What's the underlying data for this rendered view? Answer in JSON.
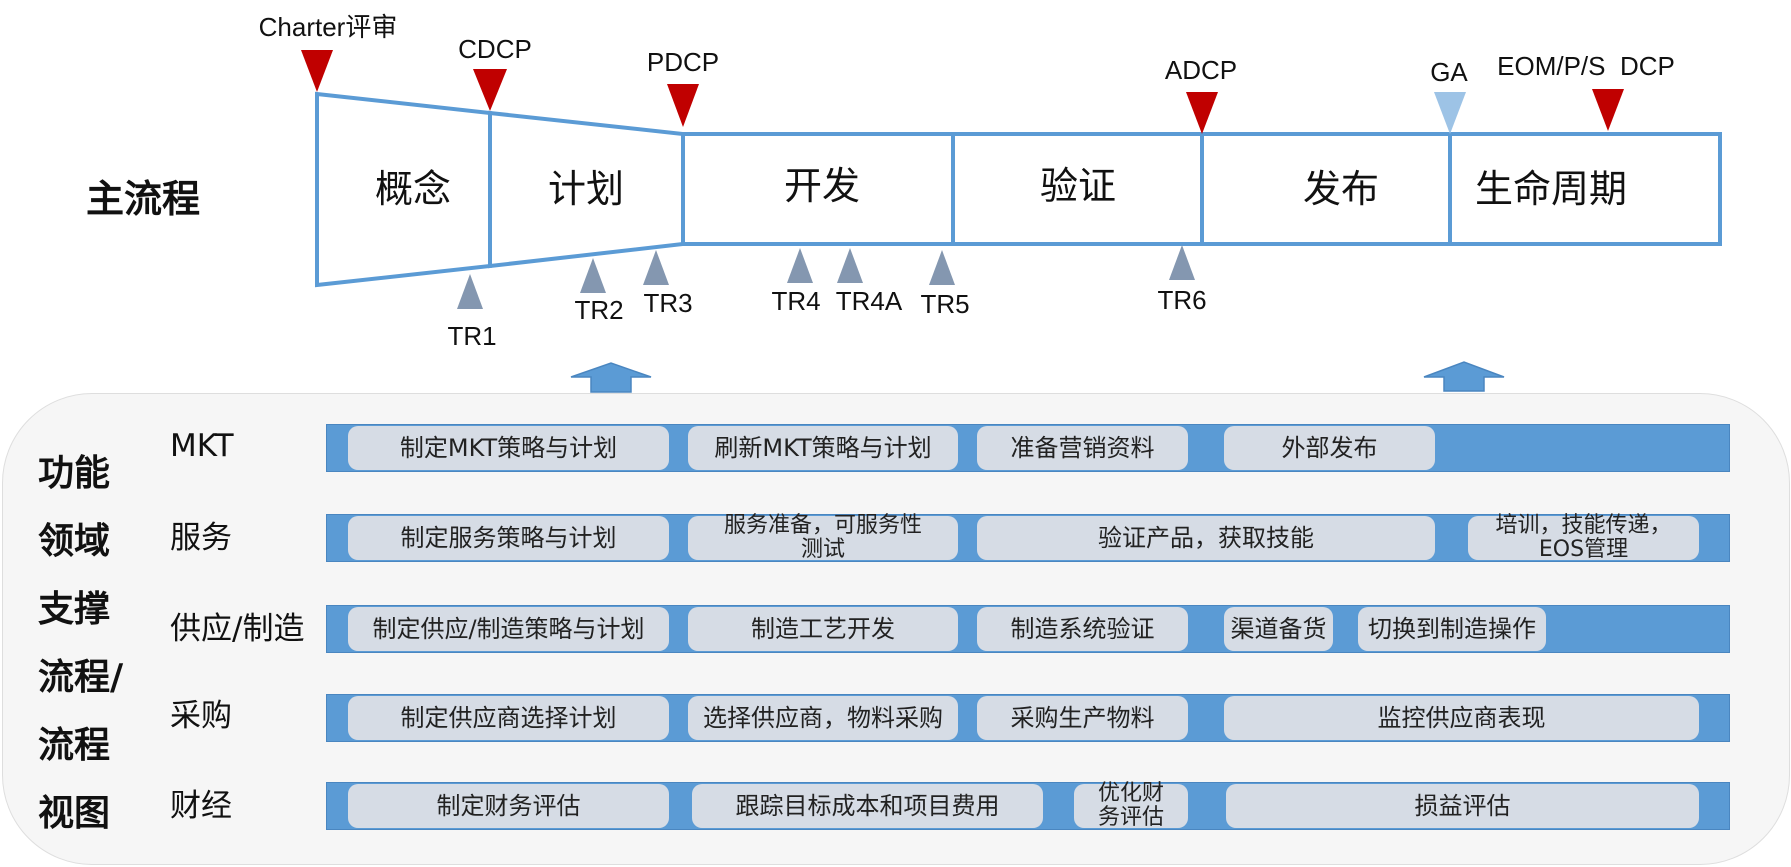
{
  "main_flow": {
    "title": "主流程",
    "stages": [
      "概念",
      "计划",
      "开发",
      "验证",
      "发布",
      "生命周期"
    ],
    "decision_points": [
      "Charter评审",
      "CDCP",
      "PDCP",
      "ADCP",
      "GA",
      "EOM/P/S  DCP"
    ],
    "tech_reviews": [
      "TR1",
      "TR2",
      "TR3",
      "TR4",
      "TR4A",
      "TR5",
      "TR6"
    ]
  },
  "colors": {
    "stage_border": "#5b9bd5",
    "decision_marker": "#c00000",
    "ga_marker": "#9dc3e6",
    "review_marker": "#8497b0",
    "lane_bar": "#5b9bd5",
    "task_fill": "#d6dce5",
    "panel_bg": "#f6f6f6"
  },
  "support": {
    "title_lines": [
      "功能",
      "领域",
      "支撑",
      "流程/",
      "流程",
      "视图"
    ],
    "lanes": [
      {
        "name": "MKT",
        "tasks": [
          "制定MKT策略与计划",
          "刷新MKT策略与计划",
          "准备营销资料",
          "外部发布"
        ]
      },
      {
        "name": "服务",
        "tasks": [
          "制定服务策略与计划",
          "服务准备，可服务性\n测试",
          "验证产品，获取技能",
          "培训，技能传递，\nEOS管理"
        ]
      },
      {
        "name": "供应/制造",
        "tasks": [
          "制定供应/制造策略与计划",
          "制造工艺开发",
          "制造系统验证",
          "渠道备货",
          "切换到制造操作"
        ]
      },
      {
        "name": "采购",
        "tasks": [
          "制定供应商选择计划",
          "选择供应商，物料采购",
          "采购生产物料",
          "监控供应商表现"
        ]
      },
      {
        "name": "财经",
        "tasks": [
          "制定财务评估",
          "跟踪目标成本和项目费用",
          "优化财\n务评估",
          "损益评估"
        ]
      }
    ]
  }
}
